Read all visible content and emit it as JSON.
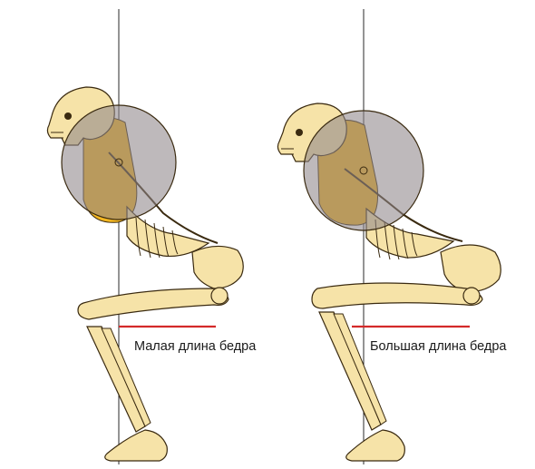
{
  "panels": [
    {
      "caption": "Малая длина бедра"
    },
    {
      "caption": "Большая длина бедра"
    }
  ],
  "colors": {
    "background": "#ffffff",
    "bone_fill": "#f6e3a8",
    "bone_stroke": "#3a2a10",
    "muscle_fill": "#f3b621",
    "weight_fill": "#8f878a",
    "weight_opacity": 0.58,
    "plumb_line": "#2a2a2a",
    "thigh_marker": "#d42a2a"
  }
}
